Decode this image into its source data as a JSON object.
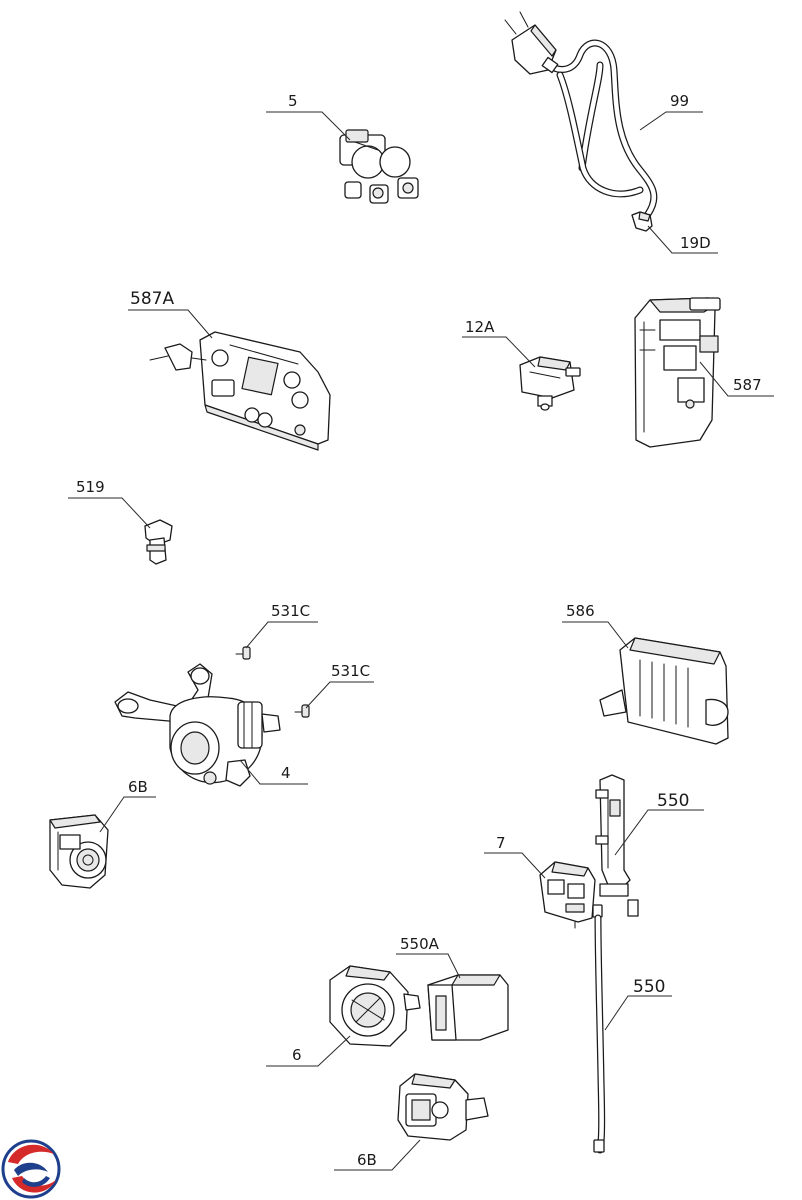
{
  "labels": {
    "p5": "5",
    "p99": "99",
    "p19d": "19D",
    "p587a": "587A",
    "p12a": "12A",
    "p587": "587",
    "p519": "519",
    "p531c_top": "531C",
    "p531c_mid": "531C",
    "p586": "586",
    "p4": "4",
    "p6b_top": "6B",
    "p550_top": "550",
    "p7": "7",
    "p550a": "550A",
    "p550_bottom": "550",
    "p6": "6",
    "p6b_bottom": "6B"
  },
  "colors": {
    "logo_red": "#d42a2a",
    "logo_blue": "#1e3f8c"
  }
}
